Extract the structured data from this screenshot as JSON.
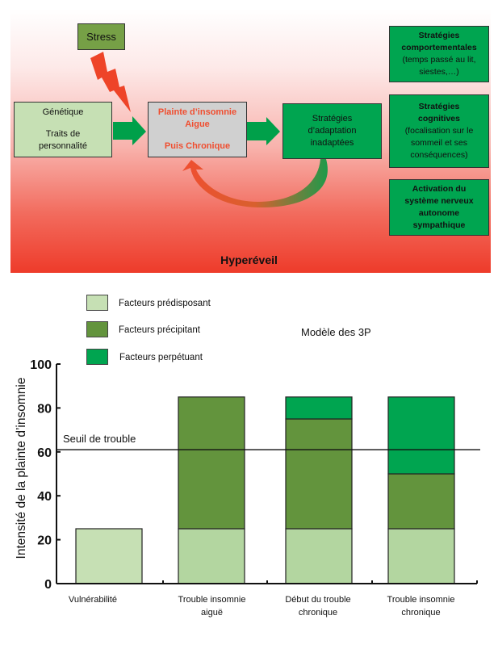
{
  "diagram": {
    "stress": "Stress",
    "genetique": "Génétique",
    "traits": "Traits de personnalité",
    "plainte_line1": "Plainte d’insomnie",
    "plainte_line2": "Aigue",
    "plainte_line3": "Puis Chronique",
    "adaptation": "Stratégies d’adaptation inadaptées",
    "right_boxes": [
      {
        "title": "Stratégies comportementales",
        "detail": "(temps passé au lit, siestes,…)"
      },
      {
        "title": "Stratégies cognitives",
        "detail": "(focalisation sur le sommeil et ses conséquences)"
      },
      {
        "title": "Activation du système nerveux autonome sympathique",
        "detail": ""
      }
    ],
    "hypereveil": "Hyperéveil",
    "colors": {
      "predisposant": "#c6e0b4",
      "stress": "#76a046",
      "perpetuant": "#00a550",
      "red": "#ee3b2a"
    }
  },
  "chart_data": {
    "type": "bar",
    "stacked": true,
    "title": "Modèle des 3P",
    "ylabel": "Intensité de la plainte d’insomnie",
    "xlabel": "",
    "ylim": [
      0,
      100
    ],
    "yticks": [
      "0",
      "20",
      "40",
      "60",
      "80",
      "100"
    ],
    "categories": [
      "Vulnérabilité",
      "Trouble insomnie aiguë",
      "Début du trouble chronique",
      "Trouble insomnie chronique"
    ],
    "series": [
      {
        "name": "Facteurs prédisposant",
        "color": "#b3d6a0",
        "values": [
          25,
          25,
          25,
          25
        ]
      },
      {
        "name": "Facteurs précipitant",
        "color": "#63943d",
        "values": [
          0,
          60,
          50,
          25
        ]
      },
      {
        "name": "Facteurs perpétuant",
        "color": "#00a550",
        "values": [
          0,
          0,
          10,
          35
        ]
      }
    ],
    "threshold": {
      "label": "Seuil de trouble",
      "value": 61
    },
    "legend_position": "top-left"
  }
}
